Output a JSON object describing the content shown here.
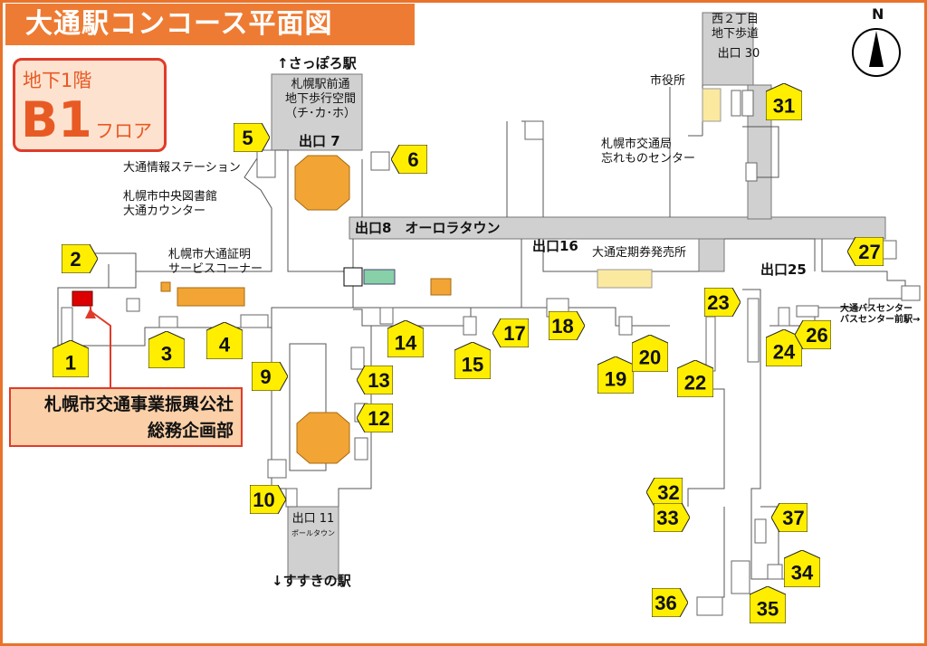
{
  "title": "大通駅コンコース平面図",
  "floor": {
    "top": "地下1階",
    "big": "B1",
    "small": "フロア"
  },
  "callout": {
    "line1": "札幌市交通事業振興公社",
    "line2": "総務企画部"
  },
  "labels": {
    "sapporo_station": "↑さっぽろ駅",
    "chikaho_1": "札幌駅前通",
    "chikaho_2": "地下歩行空間",
    "chikaho_3": "（チ･カ･ホ）",
    "exit7": "出口 7",
    "info_station": "大通情報ステーション",
    "library_1": "札幌市中央図書館",
    "library_2": "大通カウンター",
    "cert_1": "札幌市大通証明",
    "cert_2": "サービスコーナー",
    "exit8": "出口8　オーロラタウン",
    "exit16": "出口16",
    "pass_office": "大通定期券発売所",
    "exit25": "出口25",
    "nishi_1": "西２丁目",
    "nishi_2": "地下歩道",
    "exit30": "出口 30",
    "city_hall": "市役所",
    "lost_1": "札幌市交通局",
    "lost_2": "忘れものセンター",
    "bus_1": "大通バスセンター",
    "bus_2": "バスセンター前駅→",
    "exit11": "出口 11",
    "pole_town": "ポールタウン",
    "susukino": "↓すすきの駅",
    "north": "N"
  },
  "exits": [
    "1",
    "2",
    "3",
    "4",
    "5",
    "6",
    "9",
    "10",
    "12",
    "13",
    "14",
    "15",
    "17",
    "18",
    "19",
    "20",
    "22",
    "23",
    "24",
    "26",
    "27",
    "31",
    "32",
    "33",
    "34",
    "35",
    "36",
    "37"
  ],
  "colors": {
    "accent": "#ee7b33",
    "marker": "#ffee00",
    "stair": "#f0a030",
    "corridor": "#cccccc"
  }
}
